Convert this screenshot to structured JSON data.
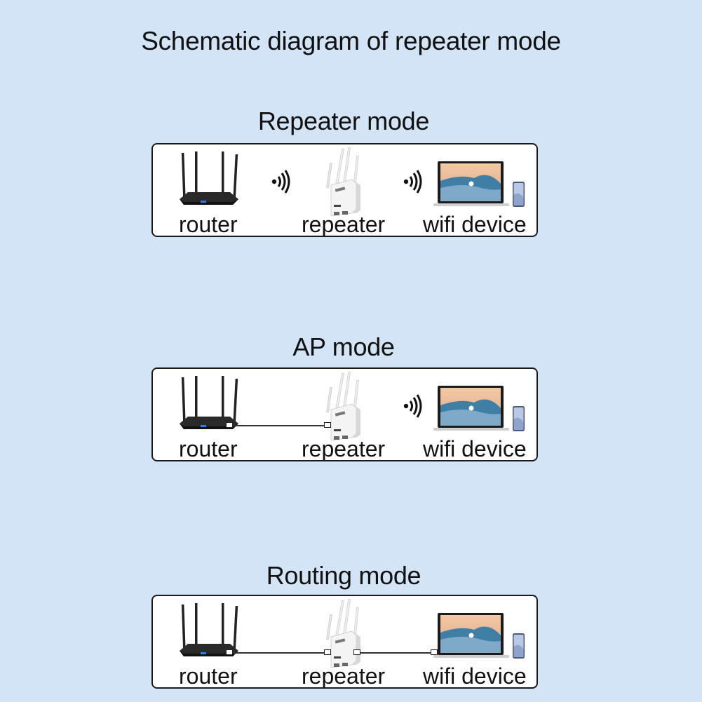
{
  "title": "Schematic diagram of repeater mode",
  "colors": {
    "background": "#d3e4f7",
    "panel": "#ffffff",
    "border": "#1a1a1a"
  },
  "sections": [
    {
      "title": "Repeater mode",
      "labels": {
        "router": "router",
        "repeater": "repeater",
        "wifi_device": "wifi device"
      },
      "router_to_repeater": "wireless",
      "repeater_to_device": "wireless"
    },
    {
      "title": "AP mode",
      "labels": {
        "router": "router",
        "repeater": "repeater",
        "wifi_device": "wifi device"
      },
      "router_to_repeater": "cable",
      "repeater_to_device": "wireless"
    },
    {
      "title": "Routing mode",
      "labels": {
        "router": "router",
        "repeater": "repeater",
        "wifi_device": "wifi device"
      },
      "router_to_repeater": "cable",
      "repeater_to_device": "cable"
    }
  ]
}
